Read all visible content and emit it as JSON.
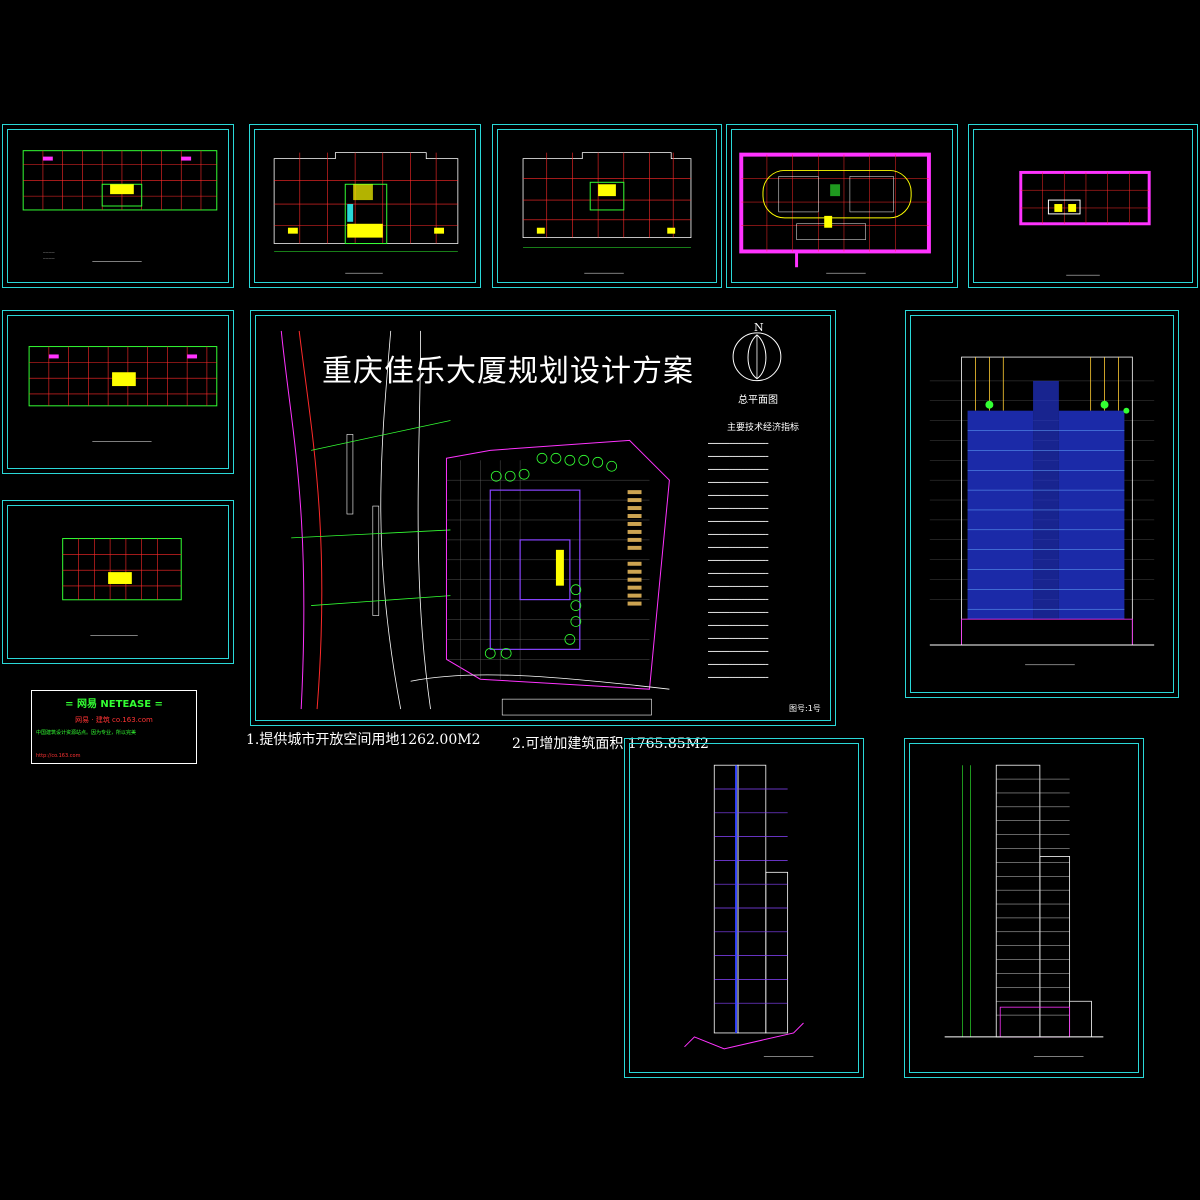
{
  "project_title": "重庆佳乐大厦规划设计方案",
  "site_plan_label": "总平面图",
  "north_label": "N",
  "indexes_heading": "主要技术经济指标",
  "note_1": "1.提供城市开放空间用地1262.00M2",
  "note_2": "2.可增加建筑面积 1765.85M2",
  "sheet_no": "图号:1号",
  "watermark": {
    "line1": "= 网易  NETEASE =",
    "line2": "网易 · 建筑    co.163.com",
    "line3": "中国建筑设计资源站点。因为专业，所以完美",
    "line4": "http://co.163.com"
  },
  "colors": {
    "frame": "#2ad8d8",
    "grid_red": "#ff2a2a",
    "wall_green": "#33ff33",
    "core_yellow": "#ffff00",
    "facade_blue": "#3344ff",
    "magenta": "#ff33ff",
    "title_white": "#ffffff"
  }
}
